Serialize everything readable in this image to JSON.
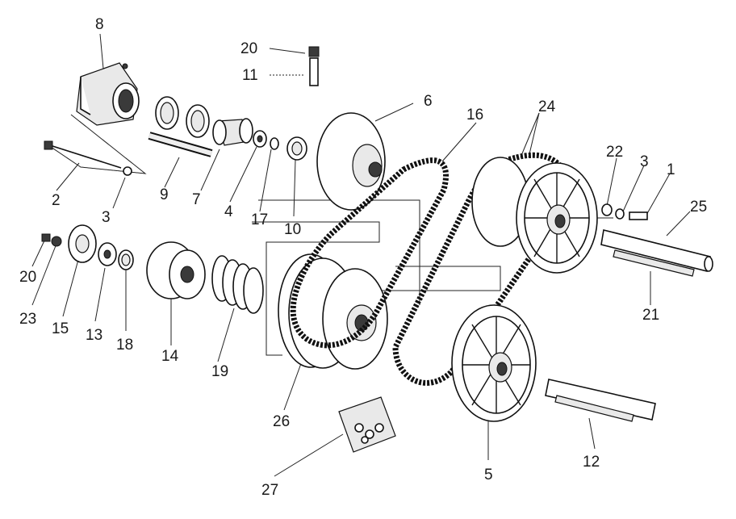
{
  "callouts": [
    {
      "id": "c8a",
      "text": "8"
    },
    {
      "id": "c20a",
      "text": "20"
    },
    {
      "id": "c11",
      "text": "11"
    },
    {
      "id": "c6",
      "text": "6"
    },
    {
      "id": "c16",
      "text": "16"
    },
    {
      "id": "c24",
      "text": "24"
    },
    {
      "id": "c22",
      "text": "22"
    },
    {
      "id": "c3a",
      "text": "3"
    },
    {
      "id": "c1",
      "text": "1"
    },
    {
      "id": "c25",
      "text": "25"
    },
    {
      "id": "c2",
      "text": "2"
    },
    {
      "id": "c3b",
      "text": "3"
    },
    {
      "id": "c9",
      "text": "9"
    },
    {
      "id": "c7",
      "text": "7"
    },
    {
      "id": "c4",
      "text": "4"
    },
    {
      "id": "c17",
      "text": "17"
    },
    {
      "id": "c10",
      "text": "10"
    },
    {
      "id": "c20b",
      "text": "20"
    },
    {
      "id": "c23",
      "text": "23"
    },
    {
      "id": "c15",
      "text": "15"
    },
    {
      "id": "c13",
      "text": "13"
    },
    {
      "id": "c18",
      "text": "18"
    },
    {
      "id": "c14",
      "text": "14"
    },
    {
      "id": "c19",
      "text": "19"
    },
    {
      "id": "c21",
      "text": "21"
    },
    {
      "id": "c26",
      "text": "26"
    },
    {
      "id": "c5",
      "text": "5"
    },
    {
      "id": "c12",
      "text": "12"
    },
    {
      "id": "c27",
      "text": "27"
    }
  ]
}
